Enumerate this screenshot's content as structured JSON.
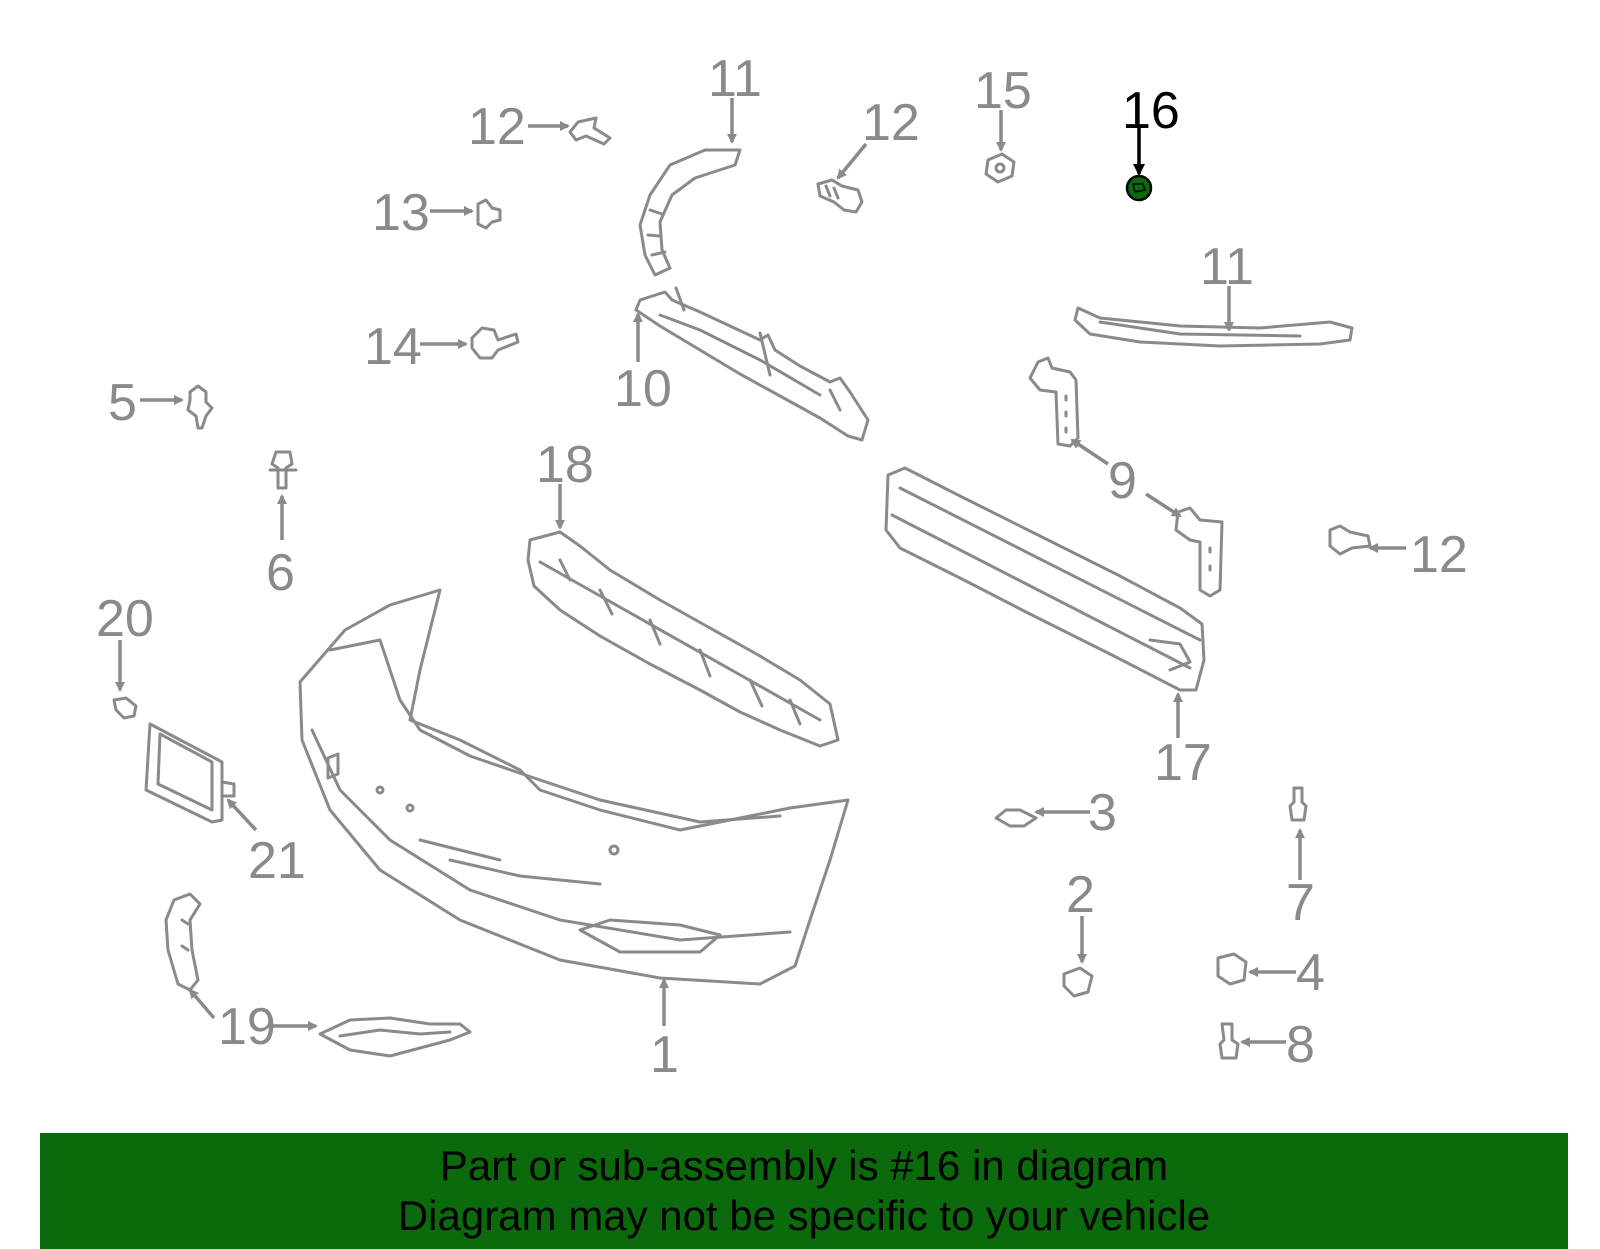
{
  "highlight": {
    "callout": "16",
    "color": "#0b6a0b"
  },
  "callouts": {
    "c1": "1",
    "c2": "2",
    "c3": "3",
    "c4": "4",
    "c5": "5",
    "c6": "6",
    "c7": "7",
    "c8": "8",
    "c9": "9",
    "c10": "10",
    "c11a": "11",
    "c11b": "11",
    "c12a": "12",
    "c12b": "12",
    "c12c": "12",
    "c13": "13",
    "c14": "14",
    "c15": "15",
    "c16": "16",
    "c17": "17",
    "c18": "18",
    "c19": "19",
    "c20": "20",
    "c21": "21"
  },
  "banner": {
    "line1": "Part or sub-assembly is #16 in diagram",
    "line2": "Diagram may not be specific to your vehicle",
    "color": "#0b6a0b"
  }
}
